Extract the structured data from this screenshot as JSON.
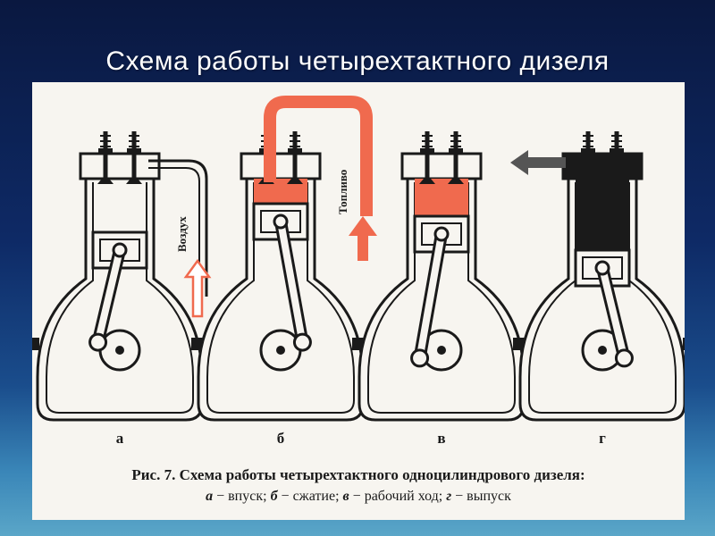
{
  "slide": {
    "title": "Схема работы четырехтактного дизеля"
  },
  "diagram": {
    "cylinders": [
      {
        "letter": "а",
        "phase": "впуск"
      },
      {
        "letter": "б",
        "phase": "сжатие"
      },
      {
        "letter": "в",
        "phase": "рабочий ход"
      },
      {
        "letter": "г",
        "phase": "выпуск"
      }
    ],
    "labels": {
      "air": "Воздух",
      "fuel": "Топливо"
    },
    "caption": {
      "figure_no": "Рис. 7.",
      "title": "Схема работы четырехтактного одноцилиндрового дизеля:",
      "a": "а",
      "a_text": "− впуск;",
      "b": "б",
      "b_text": "− сжатие;",
      "v": "в",
      "v_text": "− рабочий ход;",
      "g": "г",
      "g_text": "− выпуск"
    },
    "colors": {
      "line": "#1a1a1a",
      "fill": "#f7f5f0",
      "hot": "#f06a4e",
      "exhaust": "#1a1a1a",
      "arrow_gray": "#555555"
    }
  }
}
